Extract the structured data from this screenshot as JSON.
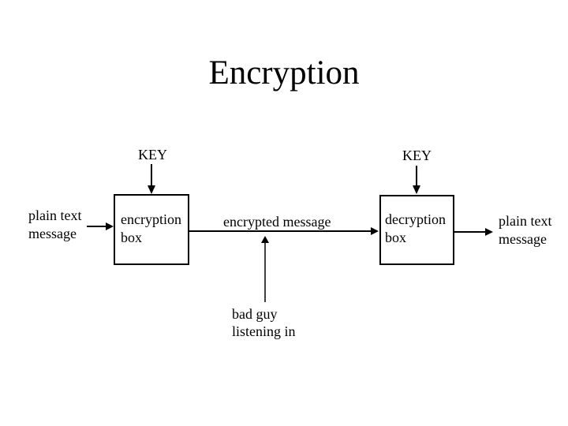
{
  "slide": {
    "title": "Encryption",
    "colors": {
      "background": "#ffffff",
      "ink": "#000000"
    }
  },
  "diagram": {
    "key_left": "KEY",
    "key_right": "KEY",
    "source_message": {
      "line1": "plain text",
      "line2": "message"
    },
    "encryption_box": {
      "line1": "encryption",
      "line2": "box"
    },
    "channel_label": "encrypted message",
    "decryption_box": {
      "line1": "decryption",
      "line2": "box"
    },
    "destination_message": {
      "line1": "plain text",
      "line2": "message"
    },
    "eavesdropper": {
      "line1": "bad guy",
      "line2": "listening in"
    },
    "arrows": [
      "key-arrow-left: KEY down into encryption box",
      "key-arrow-right: KEY down into decryption box",
      "input-arrow: plain text into encryption box",
      "channel-arrow: encrypted message line from encryption box to decryption box",
      "output-arrow: decryption box to plain text message",
      "eavesdrop-arrow: bad guy listening up into channel line"
    ]
  }
}
